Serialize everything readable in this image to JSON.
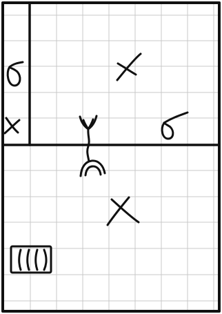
{
  "diagram": {
    "kind": "hand-drawn sketch on grid paper",
    "ink_color": "#111111",
    "grid_color": "#c8c8c8",
    "paper_color": "#ffffff",
    "regions": [
      {
        "id": "left-strip",
        "marks": [
          "σ",
          "x"
        ]
      },
      {
        "id": "upper-area",
        "marks": [
          "x",
          "σ"
        ]
      },
      {
        "id": "lower-area",
        "marks": [
          "x"
        ]
      }
    ],
    "symbols": [
      "sheaf-of-grain-glyph",
      "striped-rectangle-glyph"
    ]
  }
}
